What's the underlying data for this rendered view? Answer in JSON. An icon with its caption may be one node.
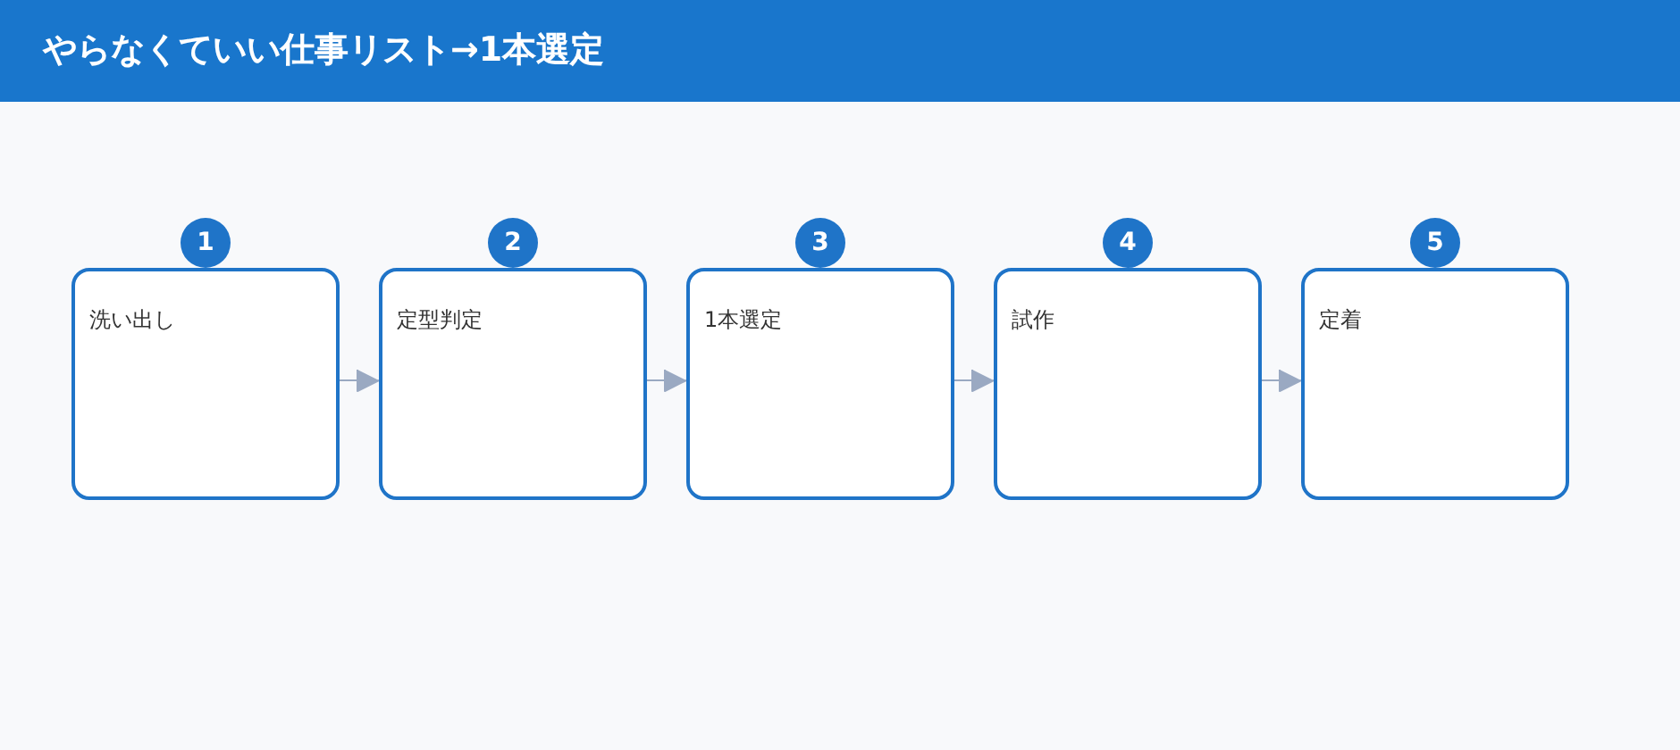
{
  "diagram": {
    "title": "やらなくていい仕事リスト→1本選定",
    "nodes": [
      {
        "text": [
          "洗い出し"
        ],
        "beside": [
          "1"
        ]
      },
      {
        "text": [
          "定型判定"
        ],
        "beside": [
          "2"
        ]
      },
      {
        "text": [
          "1本選定"
        ],
        "beside": [
          "3"
        ]
      },
      {
        "text": [
          "試作"
        ],
        "beside": [
          "4"
        ]
      },
      {
        "text": [
          "定着"
        ],
        "beside": [
          "5"
        ]
      }
    ],
    "edges": [
      {
        "from": 0,
        "to": 1,
        "arrow": "to"
      },
      {
        "from": 1,
        "to": 2,
        "arrow": "to"
      },
      {
        "from": 2,
        "to": 3,
        "arrow": "to"
      },
      {
        "from": 3,
        "to": 4,
        "arrow": "to"
      }
    ]
  }
}
